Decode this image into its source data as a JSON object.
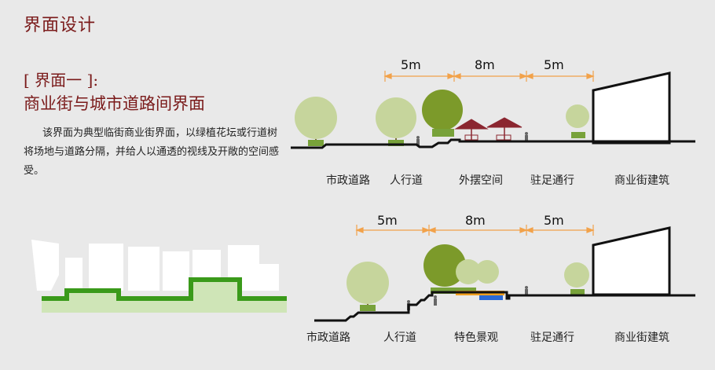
{
  "page": {
    "title": "界面设计",
    "section_label": "[ 界面一 ]:",
    "section_title": "商业街与城市道路间界面",
    "description": "该界面为典型临街商业街界面，以绿植花坛或行道树将场地与道路分隔，并给人以通透的视线及开敞的空间感受。"
  },
  "colors": {
    "title": "#7a1a1a",
    "dimension": "#f2a24a",
    "tree_dark": "#7c9a2a",
    "tree_light": "#c6d59c",
    "planter": "#78a23a",
    "umbrella": "#8b2630",
    "green_line": "#3a9a1a",
    "green_fill": "#cfe5b7",
    "ground": "#111111"
  },
  "section_top": {
    "dimensions": [
      "5m",
      "8m",
      "5m"
    ],
    "labels": [
      "市政道路",
      "人行道",
      "外摆空间",
      "驻足通行",
      "商业街建筑"
    ]
  },
  "section_bottom": {
    "dimensions": [
      "5m",
      "8m",
      "5m"
    ],
    "labels": [
      "市政道路",
      "人行道",
      "特色景观",
      "驻足通行",
      "商业街建筑"
    ]
  }
}
